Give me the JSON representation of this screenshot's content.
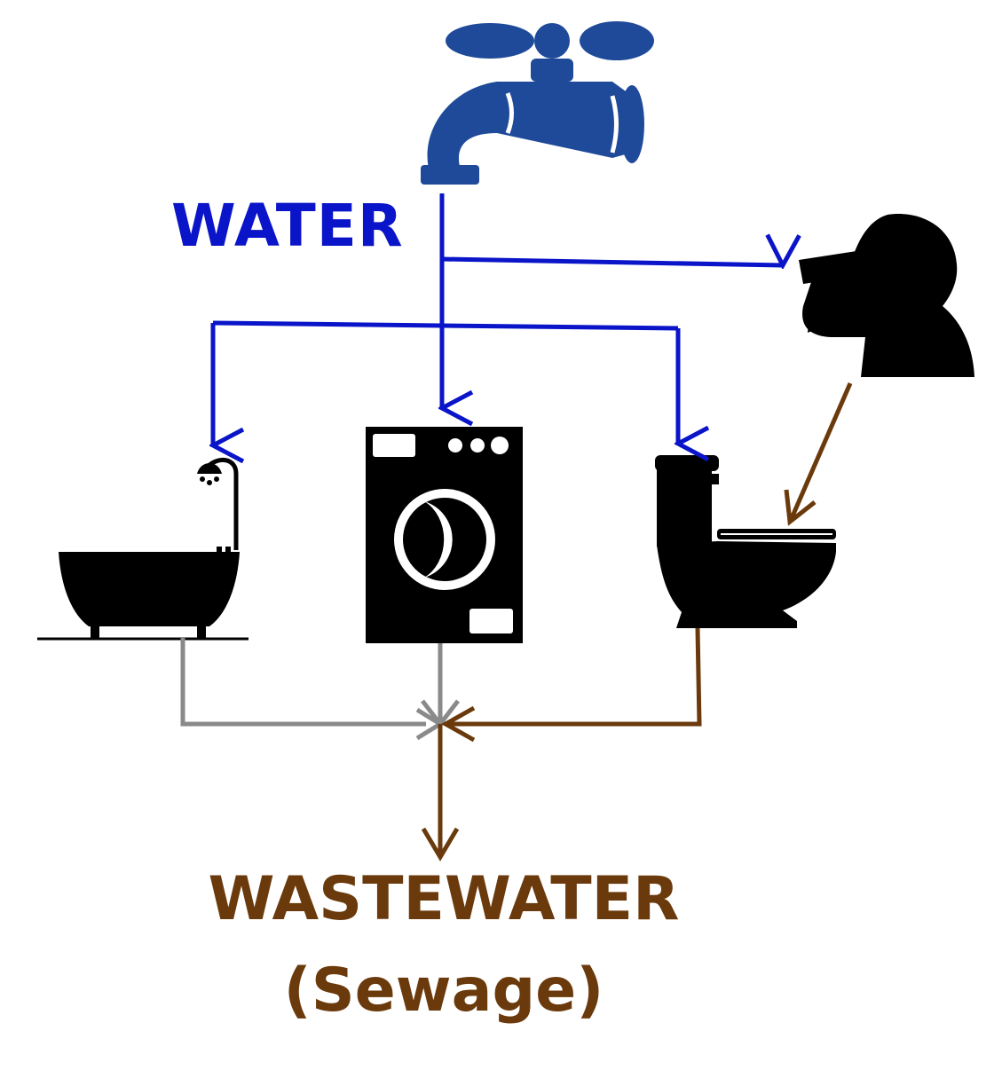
{
  "labels": {
    "water": "WATER",
    "wastewater": "WASTEWATER",
    "sewage": "(Sewage)"
  },
  "icons": {
    "faucet": "faucet-icon",
    "person_drinking": "person-drinking-icon",
    "bathtub": "bathtub-shower-icon",
    "washing_machine": "washing-machine-icon",
    "toilet": "toilet-icon"
  },
  "colors": {
    "water_flow": "#0a14c8",
    "water_text": "#0a14c8",
    "faucet": "#1f4a99",
    "greywater_flow": "#8a8a8a",
    "sewage_flow": "#6b3a0c",
    "sewage_text": "#6b3a0c",
    "silhouette": "#000000"
  }
}
